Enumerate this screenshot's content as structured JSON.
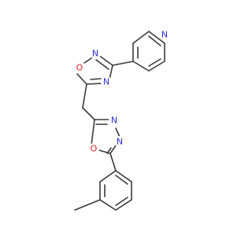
{
  "molecule": {
    "colors": {
      "carbon_bond": "#3a3a3a",
      "nitrogen": "#2c2cd8",
      "oxygen": "#e02020",
      "background": "#ffffff"
    },
    "atoms": [
      {
        "id": "pyr-n",
        "element": "N",
        "label": "N"
      },
      {
        "id": "oxd1-n2",
        "element": "N",
        "label": "N"
      },
      {
        "id": "oxd1-o1",
        "element": "O",
        "label": "O"
      },
      {
        "id": "oxd1-n4",
        "element": "N",
        "label": "N"
      },
      {
        "id": "oxd2-n3",
        "element": "N",
        "label": "N"
      },
      {
        "id": "oxd2-n4",
        "element": "N",
        "label": "N"
      },
      {
        "id": "oxd2-o1",
        "element": "O",
        "label": "O"
      }
    ]
  }
}
